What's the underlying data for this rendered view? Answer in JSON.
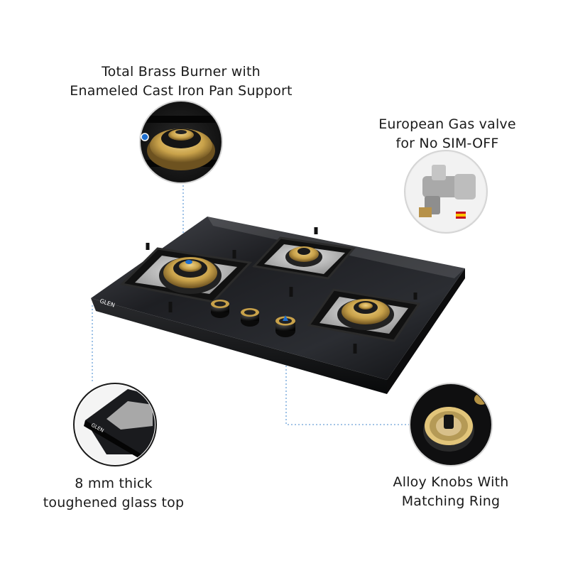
{
  "features": {
    "burner": {
      "line1": "Total Brass Burner with",
      "line2": "Enameled Cast Iron Pan Support"
    },
    "valve": {
      "line1": "European Gas valve",
      "line2": "for No SIM-OFF"
    },
    "glass": {
      "line1": "8 mm thick",
      "line2": "toughened glass top"
    },
    "knobs": {
      "line1": "Alloy Knobs With",
      "line2": "Matching Ring"
    }
  },
  "product": {
    "brand_mark": "GLEN"
  },
  "colors": {
    "accent_blue": "#1e6fd0",
    "brass": "#c9a24a",
    "glass": "#1b1c1f",
    "leader": "#6aa0d8"
  }
}
